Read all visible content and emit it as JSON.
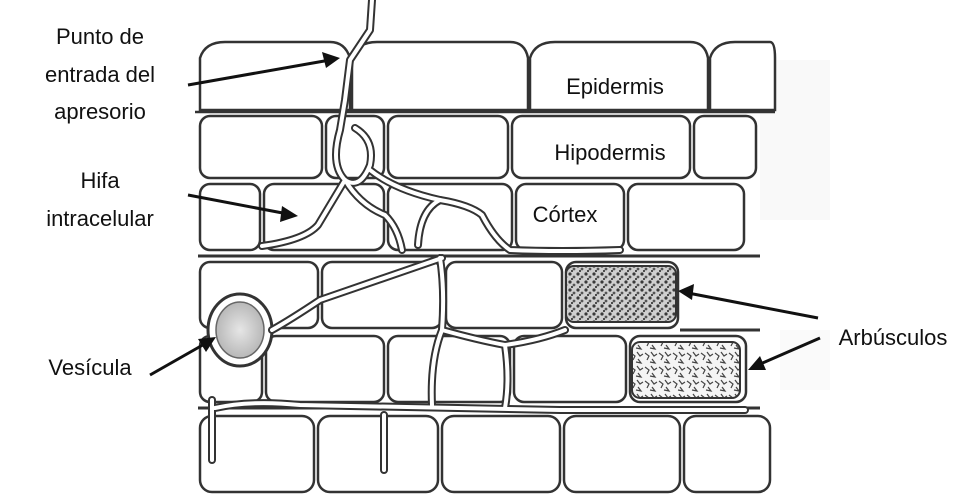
{
  "labels": {
    "entry_line1": "Punto de",
    "entry_line2": "entrada del",
    "entry_line3": "apresorio",
    "hypha_line1": "Hifa",
    "hypha_line2": "intracelular",
    "vesicle": "Vesícula",
    "epidermis": "Epidermis",
    "hypodermis": "Hipodermis",
    "cortex": "Córtex",
    "arbuscules": "Arbúsculos"
  },
  "colors": {
    "text": "#111111",
    "line": "#333333",
    "cell_fill": "#ffffff",
    "background_noise": "#f2f2f2"
  }
}
